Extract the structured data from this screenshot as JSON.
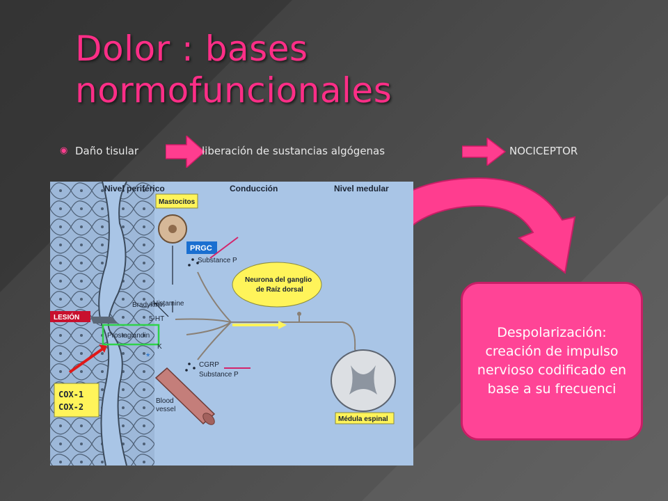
{
  "slide": {
    "title": "Dolor :  bases normofuncionales",
    "bullet": {
      "marker": "◉",
      "part1": "Daño tisular",
      "part2": "liberación de sustancias algógenas",
      "part3": "NOCICEPTOR"
    },
    "callout": "Despolarización: creación de impulso nervioso codificado en base a su frecuenci"
  },
  "figure": {
    "headers": {
      "left": "Nivel periférico",
      "center": "Conducción",
      "right": "Nivel medular"
    },
    "labels": {
      "mastocitos": "Mastocitos",
      "prgc": "PRGC",
      "substance_p_top": "Substance P",
      "histamine": "Histamine",
      "bradykinin": "Bradykinin",
      "ht5": "5-HT",
      "prostaglandin": "Prostaglandin",
      "k": "K",
      "lesion": "LESIÓN",
      "neuron_line1": "Neurona del ganglio",
      "neuron_line2": "de Raíz dorsal",
      "cgrp": "CGRP",
      "substance_p_bottom": "Substance P",
      "blood": "Blood",
      "vessel": "vessel",
      "cox1": "COX-1",
      "cox2": "COX-2",
      "medula": "Médula espinal",
      "asterisk": "*"
    }
  },
  "colors": {
    "title": "#ff2e87",
    "accent_pink": "#ff4496",
    "arrow_pink": "#ff3d8f",
    "diagram_bg": "#a9c5e6",
    "label_yellow": "#fff45a",
    "prgc_blue": "#1a6fd0"
  }
}
